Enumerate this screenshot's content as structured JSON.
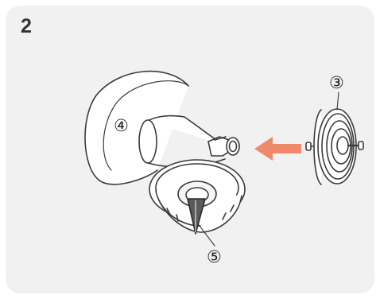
{
  "step": {
    "number": "2"
  },
  "labels": {
    "part_3": "③",
    "part_4": "④",
    "part_5": "⑤"
  },
  "colors": {
    "card_background": "#f1f1f1",
    "arrow": "#f0896a",
    "line": "#3a3a3a"
  },
  "icons": {
    "arrow": "arrow-left-icon"
  }
}
